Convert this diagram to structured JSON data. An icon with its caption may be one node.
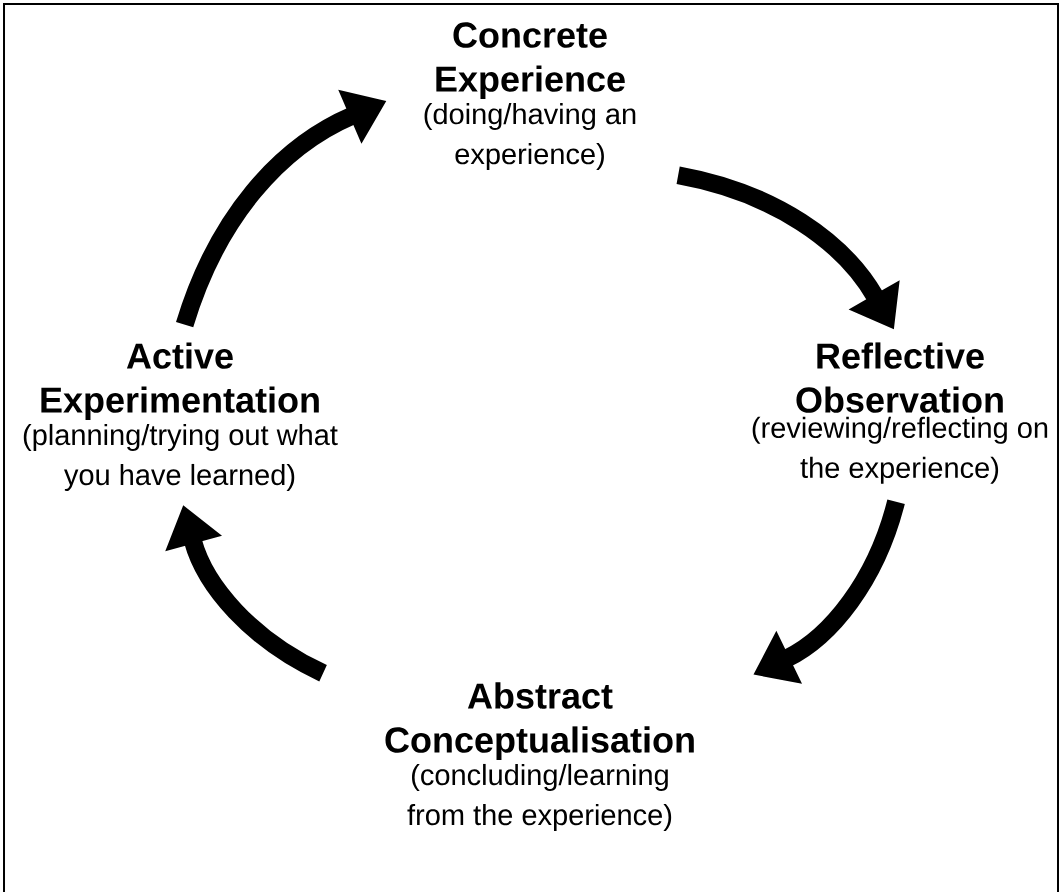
{
  "diagram": {
    "nodes": [
      {
        "text": [
          "Concrete Experience",
          "(doing/having an experience)"
        ]
      },
      {
        "text": [
          "Reflective Observation",
          "(reviewing/reflecting on the experience)"
        ]
      },
      {
        "text": [
          "Abstract Conceptualisation",
          "(concluding/learning from the experience)"
        ]
      },
      {
        "text": [
          "Active Experimentation",
          "(planning/trying out what you have learned)"
        ]
      }
    ],
    "edges": [
      {
        "from": 0,
        "to": 1,
        "arrow": "to"
      },
      {
        "from": 1,
        "to": 2,
        "arrow": "to"
      },
      {
        "from": 2,
        "to": 3,
        "arrow": "to"
      },
      {
        "from": 3,
        "to": 0,
        "arrow": "to"
      }
    ]
  }
}
